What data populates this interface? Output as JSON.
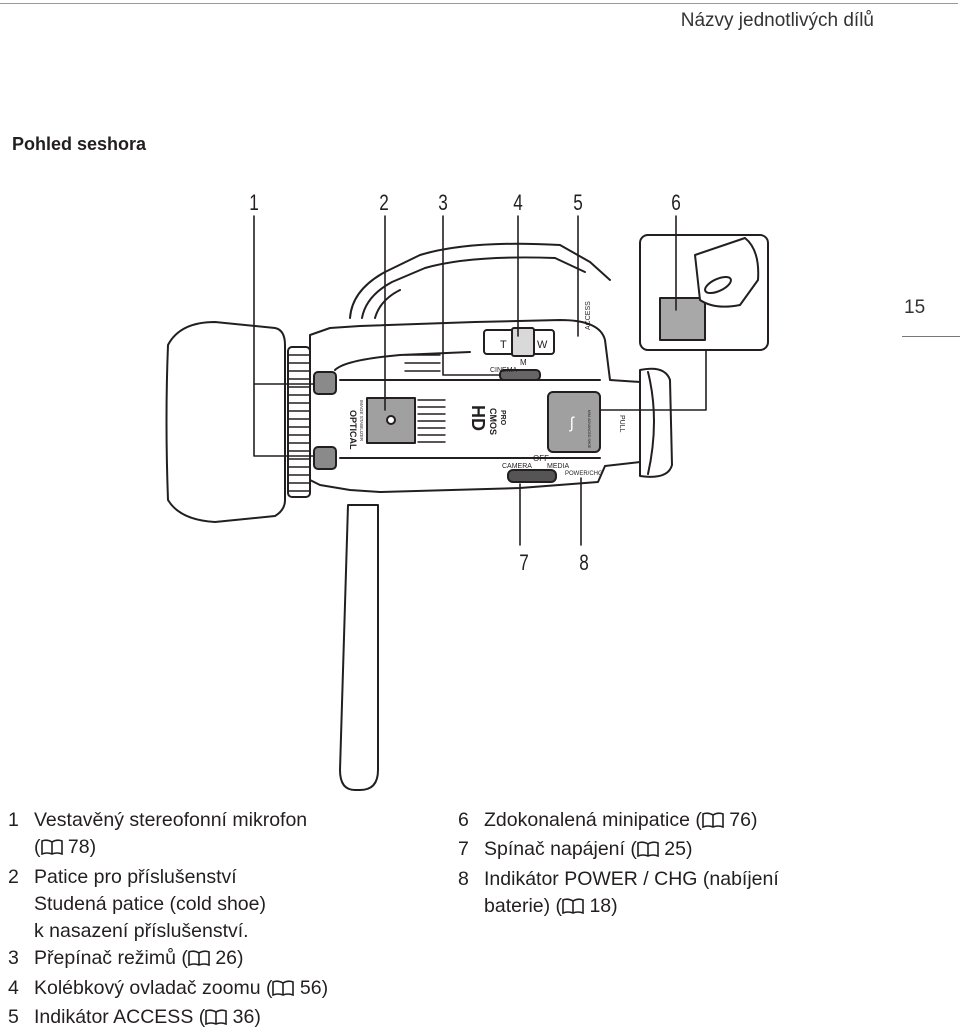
{
  "header": {
    "chapter_title": "Názvy jednotlivých dílů"
  },
  "page_number": "15",
  "section_title": "Pohled seshora",
  "callouts_top": [
    "1",
    "2",
    "3",
    "4",
    "5",
    "6"
  ],
  "callouts_bottom": [
    "7",
    "8"
  ],
  "camera_labels": {
    "zoom_t": "T",
    "zoom_w": "W",
    "mode_cinema": "CINEMA",
    "mode_m": "M",
    "access": "ACCESS",
    "optical": "OPTICAL",
    "image_stabilizer": "IMAGE STABILIZER",
    "hd": "HD",
    "cmos": "CMOS",
    "pro": "PRO",
    "off": "OFF",
    "camera": "CAMERA",
    "media": "MEDIA",
    "power_chg": "POWER/CHG",
    "pull": "PULL",
    "shoe_icon": "ʃ",
    "mini_shoe": "MINI ADVANCED SHOE"
  },
  "legend_left": [
    {
      "num": "1",
      "lines": [
        "Vestavěný stereofonní mikrofon",
        "( ",
        "78)"
      ]
    },
    {
      "num": "2",
      "lines": [
        "Patice pro příslušenství",
        "Studená patice (cold shoe)",
        "k nasazení příslušenství."
      ]
    },
    {
      "num": "3",
      "text": "Přepínač režimů (",
      "ref": "26)"
    },
    {
      "num": "4",
      "text": "Kolébkový ovladač zoomu (",
      "ref": "56)"
    },
    {
      "num": "5",
      "text": "Indikátor ACCESS (",
      "ref": "36)"
    }
  ],
  "legend_right": [
    {
      "num": "6",
      "text": "Zdokonalená minipatice (",
      "ref": "76)"
    },
    {
      "num": "7",
      "text": "Spínač napájení (",
      "ref": "25)"
    },
    {
      "num": "8",
      "lines": [
        "Indikátor POWER / CHG (nabíjení",
        "baterie) ("
      ],
      "ref": "18)"
    }
  ]
}
